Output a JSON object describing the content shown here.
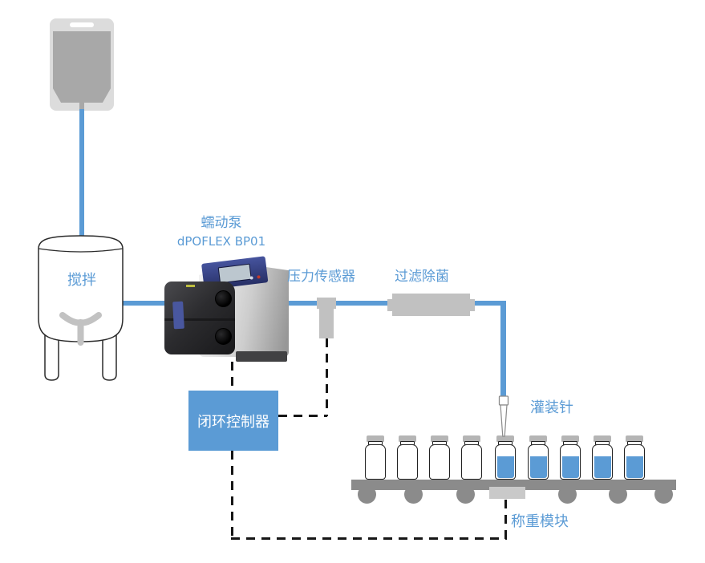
{
  "diagram": {
    "labels": {
      "tank": "搅拌",
      "pump_name": "蠕动泵",
      "pump_model": "dPOFLEX BP01",
      "pressure_sensor": "压力传感器",
      "filter": "过滤除菌",
      "controller": "闭环控制器",
      "filling_needle": "灌装针",
      "weighing_module": "称重模块"
    },
    "colors": {
      "accent_blue": "#5B9BD5",
      "dashed_line": "#161616",
      "conveyor_gray": "#8B8B8B",
      "component_gray": "#C1C1C1",
      "bag_gray": "#A8A8A8"
    },
    "bottles": [
      {
        "filled": false
      },
      {
        "filled": false
      },
      {
        "filled": false
      },
      {
        "filled": false
      },
      {
        "filled": true
      },
      {
        "filled": true
      },
      {
        "filled": true
      },
      {
        "filled": true
      },
      {
        "filled": true
      }
    ]
  }
}
